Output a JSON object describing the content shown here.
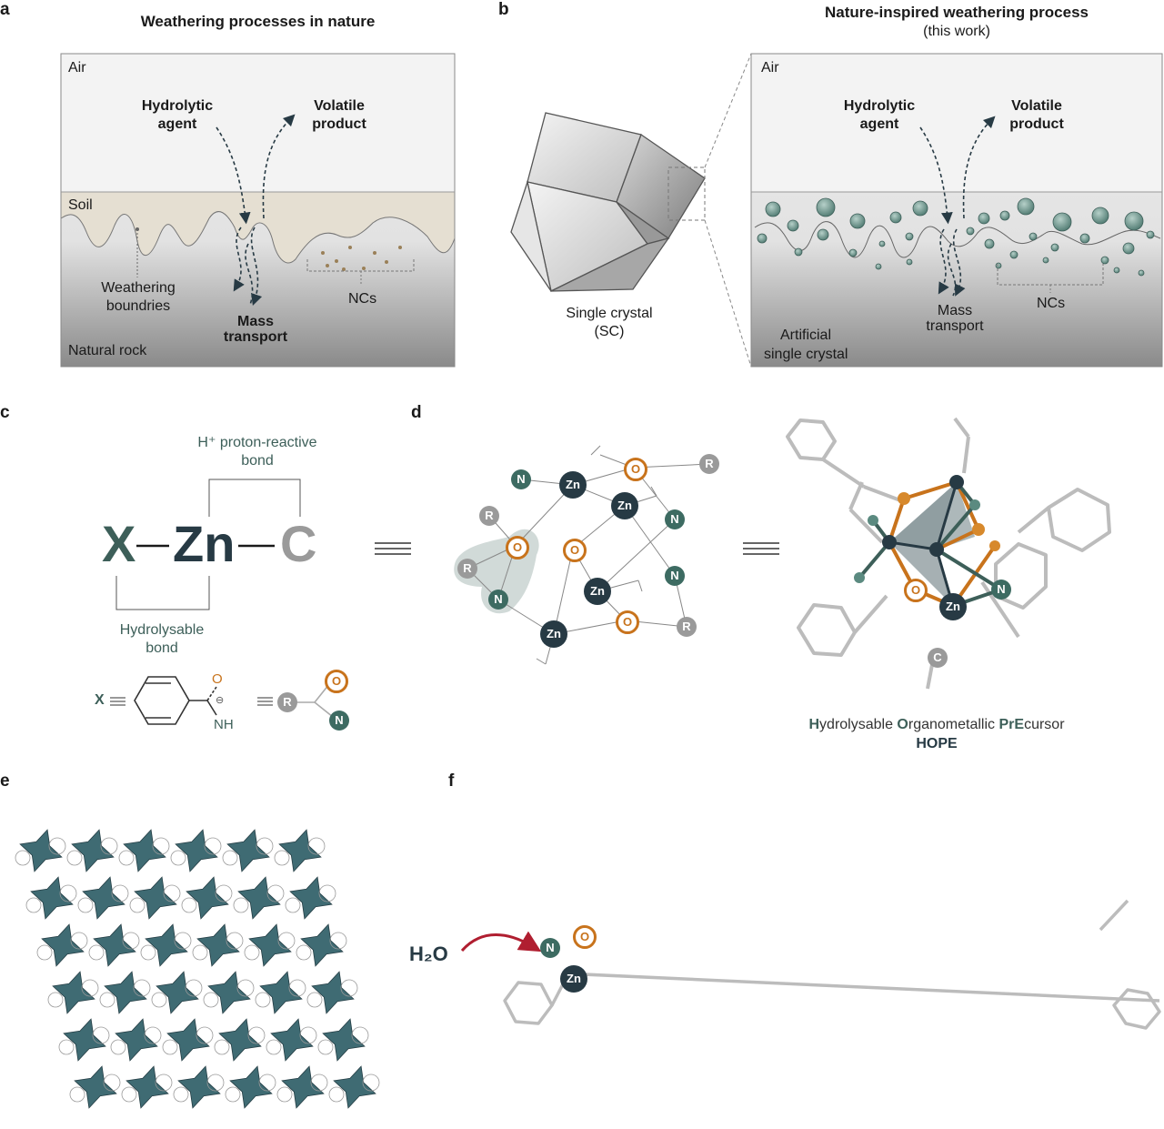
{
  "panels": {
    "a": {
      "letter": "a",
      "title": "Weathering processes in nature",
      "layers": {
        "air": "Air",
        "soil": "Soil",
        "rock": "Natural rock"
      },
      "hydrolytic_agent": [
        "Hydrolytic",
        "agent"
      ],
      "volatile_product": [
        "Volatile",
        "product"
      ],
      "weathering_boundaries": [
        "Weathering",
        "boundries"
      ],
      "mass_transport": [
        "Mass",
        "transport"
      ],
      "ncs": "NCs"
    },
    "b": {
      "letter": "b",
      "title": "Nature-inspired weathering process",
      "subtitle": "(this work)",
      "single_crystal": [
        "Single crystal",
        "(SC)"
      ],
      "layers": {
        "air": "Air",
        "crystal": [
          "Artificial",
          "single crystal"
        ]
      },
      "hydrolytic_agent": [
        "Hydrolytic",
        "agent"
      ],
      "volatile_product": [
        "Volatile",
        "product"
      ],
      "mass_transport": [
        "Mass",
        "transport"
      ],
      "ncs": "NCs"
    },
    "c": {
      "letter": "c",
      "proton_reactive": [
        "H⁺ proton-reactive",
        "bond"
      ],
      "formula": {
        "x": "X",
        "zn": "Zn",
        "c": "C"
      },
      "hydrolysable": [
        "Hydrolysable",
        "bond"
      ],
      "x_def": "X",
      "ligand_o": "O",
      "ligand_nh": "NH",
      "ligand_charge": "⊖",
      "r_group": "R",
      "o": "O",
      "n": "N"
    },
    "d": {
      "letter": "d",
      "atoms": {
        "zn": "Zn",
        "o": "O",
        "n": "N",
        "r": "R",
        "c": "C"
      },
      "hope_full": {
        "h": "H",
        "h_rest": "ydrolysable ",
        "o": "O",
        "o_rest": "rganometallic ",
        "pr": "Pr",
        "e": "E",
        "e_rest": "cursor"
      },
      "hope_acronym": "HOPE"
    },
    "e": {
      "letter": "e"
    },
    "f": {
      "letter": "f",
      "water": "H₂O",
      "n": "N",
      "o": "O",
      "zn": "Zn"
    }
  },
  "colors": {
    "teal": "#3d5f59",
    "dark": "#273a44",
    "orange": "#c8731c",
    "grey_atom": "#9a9a9a",
    "soil": "#e5dfd2",
    "air": "#f3f3f3"
  }
}
